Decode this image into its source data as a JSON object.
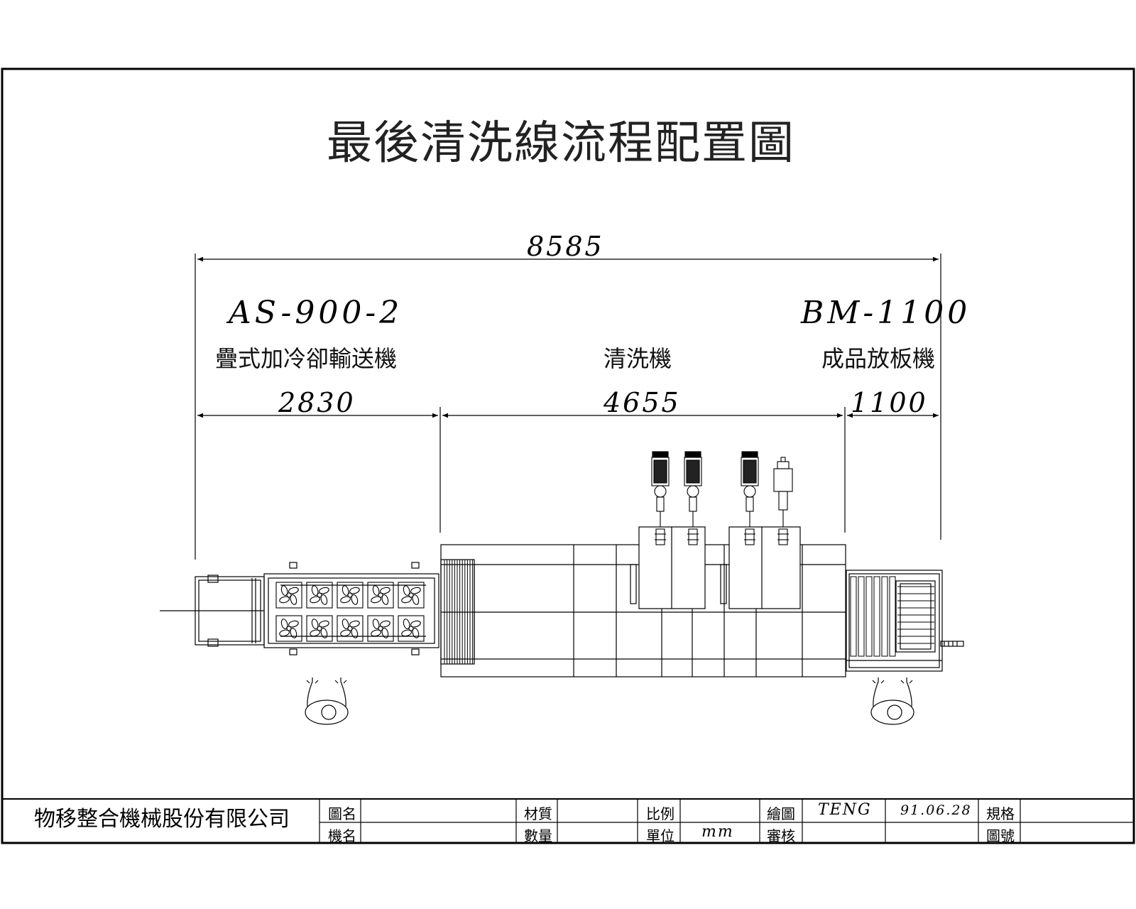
{
  "drawing": {
    "title": "最後清洗線流程配置圖",
    "overall_dimension": "8585",
    "sections": [
      {
        "model": "AS-900-2",
        "name": "疊式加冷卻輸送機",
        "dimension": "2830"
      },
      {
        "model": "",
        "name": "清洗機",
        "dimension": "4655"
      },
      {
        "model": "BM-1100",
        "name": "成品放板機",
        "dimension": "1100"
      }
    ]
  },
  "title_block": {
    "company": "物移整合機械股份有限公司",
    "labels": {
      "drawing_name": "圖名",
      "machine_name": "機名",
      "material": "材質",
      "quantity": "數量",
      "scale": "比例",
      "unit": "單位",
      "drawn": "繪圖",
      "checked": "審核",
      "spec": "規格",
      "drawing_no": "圖號"
    },
    "values": {
      "unit": "mm",
      "drawn_by": "TENG",
      "date": "91.06.28"
    }
  }
}
